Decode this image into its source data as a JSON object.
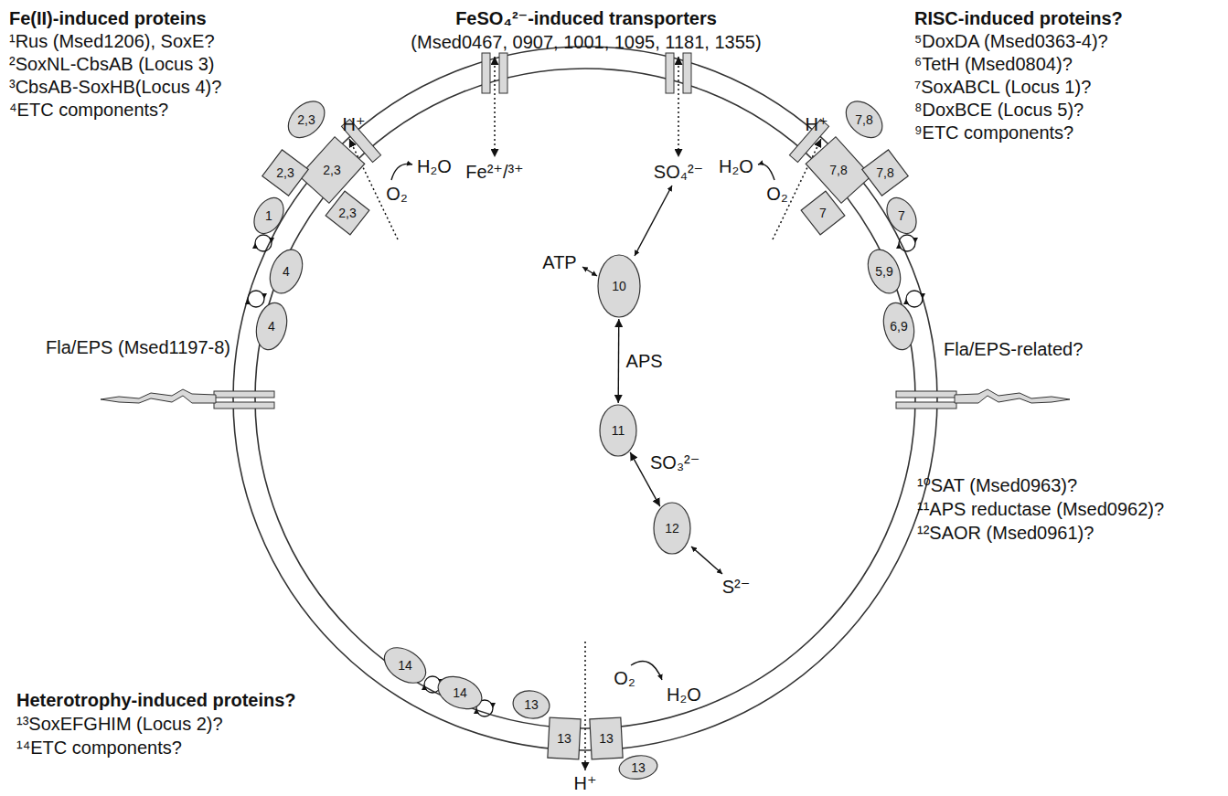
{
  "diagram": {
    "nodes": [
      {
        "text": [
          "2,3"
        ]
      },
      {
        "text": [
          "7,8"
        ]
      },
      {
        "text": [
          "2,3"
        ]
      },
      {
        "text": [
          "7,8"
        ]
      },
      {
        "text": [
          "2,3"
        ]
      },
      {
        "text": [
          "7,8"
        ]
      },
      {
        "text": [
          "1"
        ]
      },
      {
        "text": [
          "2,3"
        ]
      },
      {
        "text": [
          "7"
        ]
      },
      {
        "text": [
          "7"
        ]
      },
      {
        "text": [
          "4"
        ]
      },
      {
        "text": [
          "5,9"
        ]
      },
      {
        "text": [
          "10"
        ]
      },
      {
        "text": [
          "6,9"
        ]
      },
      {
        "text": [
          "4"
        ]
      },
      {
        "text": [
          "11"
        ]
      },
      {
        "text": [
          "12"
        ]
      },
      {
        "text": [
          "14"
        ]
      },
      {
        "text": [
          "14"
        ]
      },
      {
        "text": [
          "13"
        ]
      },
      {
        "text": [
          "13"
        ]
      },
      {
        "text": [
          "13"
        ]
      },
      {
        "text": [
          "13"
        ]
      }
    ],
    "edges": [
      {
        "from": 12,
        "to": 15,
        "label": "APS",
        "arrow": "both"
      },
      {
        "from": 15,
        "to": 16,
        "label": "SO₃²⁻",
        "arrow": "both"
      }
    ],
    "labels": [
      "Fe(II)-induced proteins",
      "¹Rus (Msed1206), SoxE?",
      "²SoxNL-CbsAB (Locus 3)",
      "³CbsAB-SoxHB(Locus 4)?",
      "⁴ETC components?",
      "FeSO₄²⁻-induced transporters",
      "(Msed0467, 0907, 1001, 1095, 1181, 1355)",
      "RISC-induced proteins?",
      "⁵DoxDA (Msed0363-4)?",
      "⁶TetH (Msed0804)?",
      "⁷SoxABCL (Locus 1)?",
      "⁸DoxBCE (Locus 5)?",
      "⁹ETC components?",
      "H⁺",
      "H⁺",
      "H₂O",
      "H₂O",
      "Fe²⁺/³⁺",
      "SO₄²⁻",
      "O₂",
      "O₂",
      "ATP",
      "Fla/EPS (Msed1197-8)",
      "Fla/EPS-related?",
      "S²⁻",
      "¹⁰SAT (Msed0963)?",
      "¹¹APS reductase (Msed0962)?",
      "¹²SAOR (Msed0961)?",
      "O₂",
      "H₂O",
      "Heterotrophy-induced proteins?",
      "¹³SoxEFGHIM (Locus 2)?",
      "¹⁴ETC components?",
      "H⁺"
    ]
  }
}
